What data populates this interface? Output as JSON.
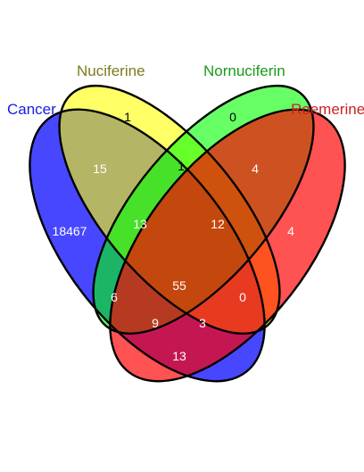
{
  "sets": [
    {
      "name": "Cancer",
      "color": "#0000ff",
      "label_color": "#1a1ae6"
    },
    {
      "name": "Nuciferine",
      "color": "#ffff00",
      "label_color": "#7a7a1e"
    },
    {
      "name": "Nornuciferin",
      "color": "#00ff00",
      "label_color": "#1a9a1a"
    },
    {
      "name": "Roemerine",
      "color": "#ff0000",
      "label_color": "#cc2222"
    }
  ],
  "regions": {
    "cancer_only": "18467",
    "nuciferine_only": "1",
    "nornuciferin_only": "0",
    "roemerine_only": "4",
    "cancer_nuciferine": "15",
    "nuciferine_nornuciferin": "1",
    "nornuciferin_roemerine": "4",
    "cancer_nuciferine_nornuciferin": "13",
    "nuciferine_nornuciferin_roemerine": "12",
    "cancer_nornuciferin": "6",
    "all_four": "55",
    "nuciferine_roemerine": "0",
    "cancer_nornuciferin_roemerine": "9",
    "cancer_nuciferine_roemerine": "3",
    "cancer_roemerine": "13"
  }
}
